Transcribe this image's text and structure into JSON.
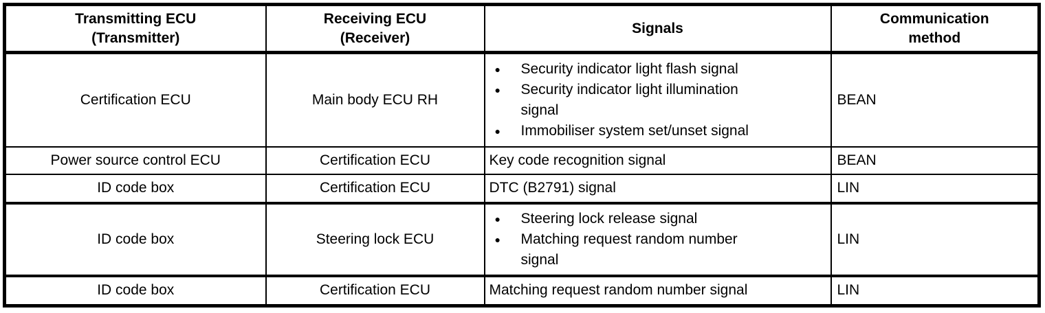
{
  "page": {
    "background_color": "#ffffff",
    "border_color": "#000000"
  },
  "table": {
    "bullet_glyph": "●",
    "headers": [
      {
        "label": "Transmitting ECU\n(Transmitter)"
      },
      {
        "label": "Receiving ECU\n(Receiver)"
      },
      {
        "label": "Signals"
      },
      {
        "label": "Communication\nmethod"
      }
    ],
    "rows": [
      {
        "transmitter": "Certification ECU",
        "receiver": "Main body ECU RH",
        "signals": {
          "style": "bullets",
          "items": [
            "Security indicator light flash signal",
            "Security indicator light illumination\nsignal",
            "Immobiliser system set/unset signal"
          ]
        },
        "method": "BEAN"
      },
      {
        "transmitter": "Power source control ECU",
        "receiver": "Certification ECU",
        "signals": {
          "style": "plain",
          "items": [
            "Key code recognition signal"
          ]
        },
        "method": "BEAN"
      },
      {
        "transmitter": "ID code box",
        "receiver": "Certification ECU",
        "signals": {
          "style": "plain",
          "items": [
            "DTC (B2791) signal"
          ]
        },
        "method": "LIN"
      },
      {
        "transmitter": "ID code box",
        "receiver": "Steering lock ECU",
        "signals": {
          "style": "bullets",
          "items": [
            "Steering lock release signal",
            "Matching request random number\nsignal"
          ]
        },
        "method": "LIN"
      },
      {
        "transmitter": "ID code box",
        "receiver": "Certification ECU",
        "signals": {
          "style": "plain",
          "items": [
            "Matching request random number signal"
          ]
        },
        "method": "LIN"
      }
    ]
  }
}
